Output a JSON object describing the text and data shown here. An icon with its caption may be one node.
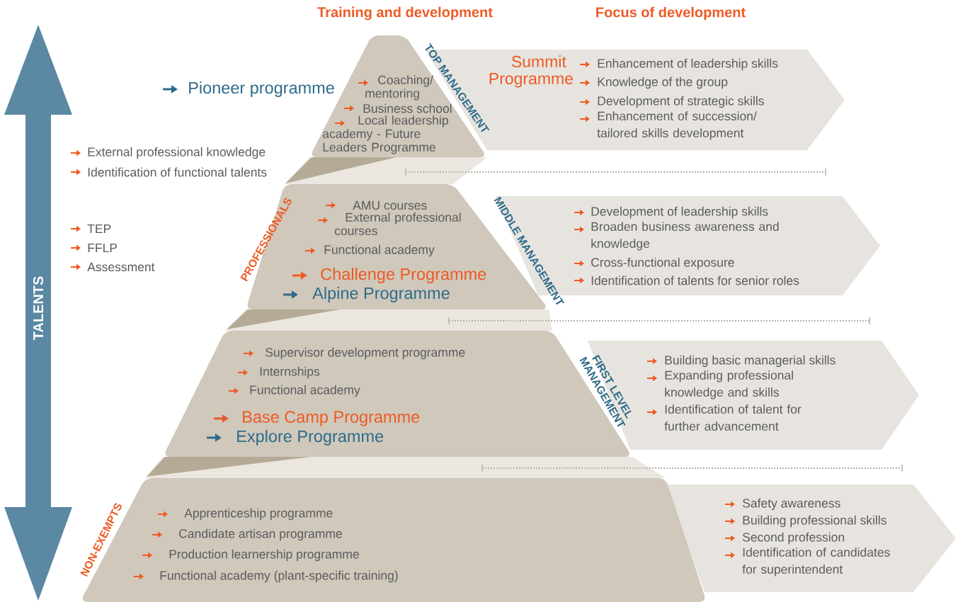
{
  "diagram": {
    "nodes": [
      {
        "text": [
          "Coaching/ mentoring",
          "Business school",
          "Local leadership academy - Future Leaders Programme"
        ],
        "beside": [
          "TOP MANAGEMENT"
        ]
      },
      {
        "text": [
          "Summit Programme",
          "Enhancement of leadership skills",
          "Knowledge of the group",
          "Development of strategic skills",
          "Enhancement of succession/ tailored skills development"
        ]
      },
      {
        "text": [
          "AMU courses",
          "External professional courses",
          "Functional academy",
          "Challenge Programme",
          "Alpine Programme"
        ],
        "beside": [
          "PROFESSIONALS",
          "MIDDLE MANAGEMENT"
        ]
      },
      {
        "text": [
          "Development of leadership skills",
          "Broaden business awareness and knowledge",
          "Cross-functional exposure",
          "Identification of talents for senior roles"
        ]
      },
      {
        "text": [
          "Supervisor development programme",
          "Internships",
          "Functional academy",
          "Base Camp Programme",
          "Explore Programme"
        ],
        "beside": [
          "FIRST LEVEL MANAGEMENT"
        ]
      },
      {
        "text": [
          "Building basic managerial skills",
          "Expanding professional knowledge and skills",
          "Identification of talent for further advancement"
        ]
      },
      {
        "text": [
          "Apprenticeship programme",
          "Candidate artisan programme",
          "Production learnership programme",
          "Functional academy (plant-specific training)"
        ],
        "beside": [
          "NON-EXEMPTS"
        ]
      },
      {
        "text": [
          "Safety awareness",
          "Building professional skills",
          "Second profession",
          "Identification of candidates for superintendent"
        ]
      },
      {
        "text": [
          "TALENTS"
        ]
      }
    ],
    "labels": [
      "Training and development",
      "Focus of development",
      "Pioneer programme",
      "External professional knowledge",
      "Identification of functional talents",
      "TEP",
      "FFLP",
      "Assessment"
    ]
  }
}
